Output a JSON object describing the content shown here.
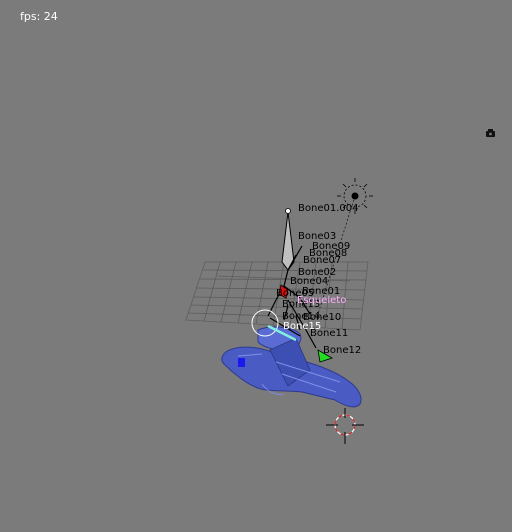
{
  "viewport": {
    "fps_label": "fps: 24",
    "background": "#7b7b7b"
  },
  "armature": {
    "name": "Esqueleto",
    "active_color": "#ffb0ff",
    "bones": [
      "Bone01.004",
      "Bone03",
      "Bone09",
      "Bone08",
      "Bone07",
      "Bone02",
      "Bone04",
      "Bone05",
      "Bone01",
      "Bone13",
      "Bone14",
      "Bone10",
      "Bone15",
      "Bone11",
      "Bone12"
    ]
  },
  "icons": [
    "lamp-icon",
    "3d-cursor-icon",
    "camera-icon"
  ],
  "colors": {
    "mesh": "#4a5cc4",
    "grid_x_axis": "#6aa56a",
    "lamp": "#000000",
    "cursor_ring": "#cc2222"
  }
}
